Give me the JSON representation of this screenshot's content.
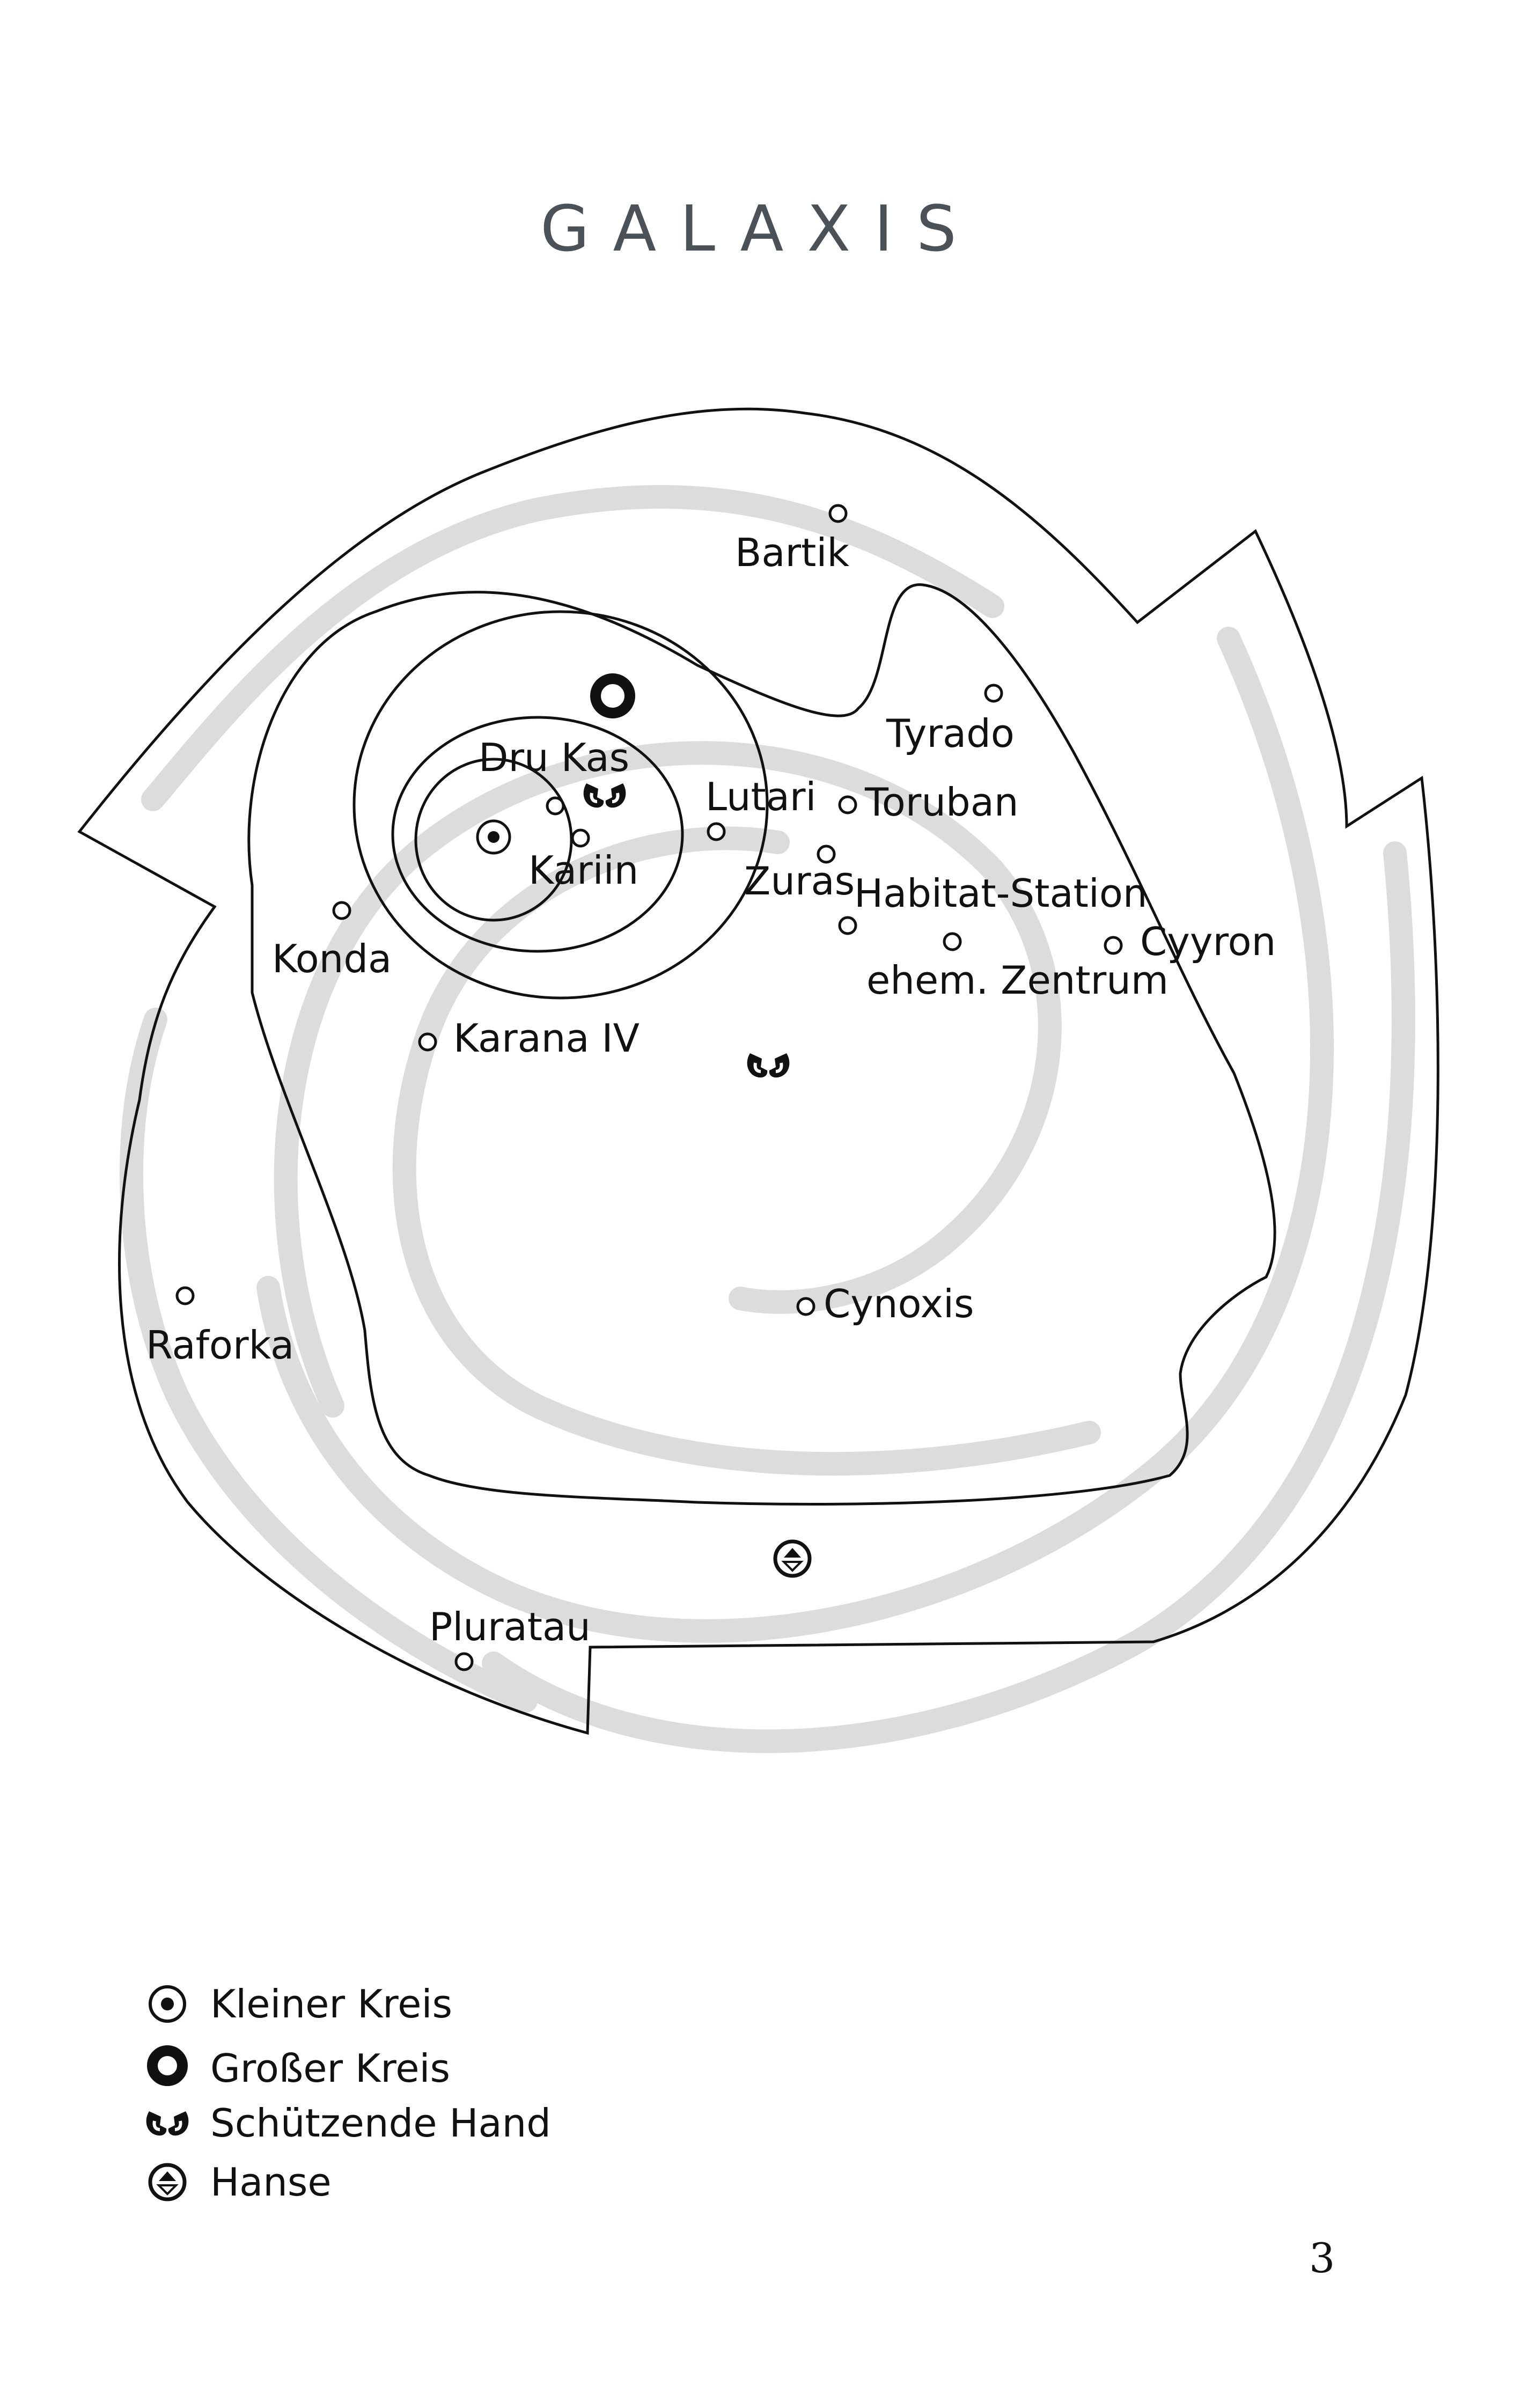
{
  "title": "GALAXIS",
  "places": [
    {
      "id": "bartik",
      "name": "Bartik"
    },
    {
      "id": "tyrado",
      "name": "Tyrado"
    },
    {
      "id": "dru-kas",
      "name": "Dru Kas"
    },
    {
      "id": "lutari",
      "name": "Lutari"
    },
    {
      "id": "toruban",
      "name": "Toruban"
    },
    {
      "id": "kariin",
      "name": "Kariin"
    },
    {
      "id": "zuras",
      "name": "Zuras"
    },
    {
      "id": "habitat-station",
      "name": "Habitat-Station"
    },
    {
      "id": "konda",
      "name": "Konda"
    },
    {
      "id": "cyyron",
      "name": "Cyyron"
    },
    {
      "id": "ehem-zentrum",
      "name": "ehem. Zentrum"
    },
    {
      "id": "karana-iv",
      "name": "Karana IV"
    },
    {
      "id": "raforka",
      "name": "Raforka"
    },
    {
      "id": "cynoxis",
      "name": "Cynoxis"
    },
    {
      "id": "pluratau",
      "name": "Pluratau"
    }
  ],
  "legend": [
    {
      "icon": "small-circle-icon",
      "label": "Kleiner Kreis"
    },
    {
      "icon": "large-circle-icon",
      "label": "Großer Kreis"
    },
    {
      "icon": "protecting-hand-icon",
      "label": "Schützende Hand"
    },
    {
      "icon": "hanse-icon",
      "label": "Hanse"
    }
  ],
  "page_number": "3",
  "colors": {
    "ink": "#111111",
    "spiral_arms": "#dcdcdc",
    "title": "#4a5157"
  }
}
